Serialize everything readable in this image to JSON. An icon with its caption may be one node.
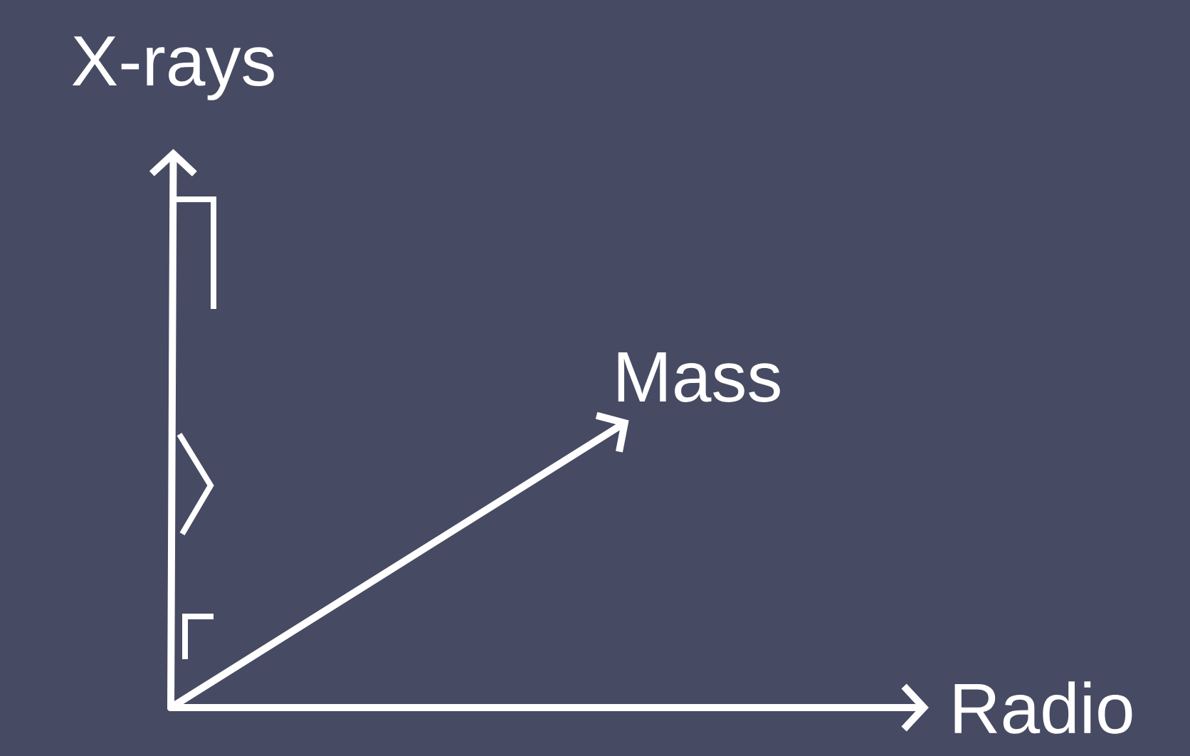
{
  "diagram": {
    "nodes": [
      {
        "text": [],
        "shape": "circle"
      },
      {
        "text": [
          "X-rays"
        ]
      },
      {
        "text": [
          "Mass"
        ]
      },
      {
        "text": [
          "Radio"
        ]
      }
    ],
    "edges": [
      {
        "from": 0,
        "to": 1,
        "arrow": "to"
      },
      {
        "from": 0,
        "to": 2,
        "arrow": "to"
      },
      {
        "from": 0,
        "to": 3,
        "arrow": "to"
      }
    ]
  }
}
